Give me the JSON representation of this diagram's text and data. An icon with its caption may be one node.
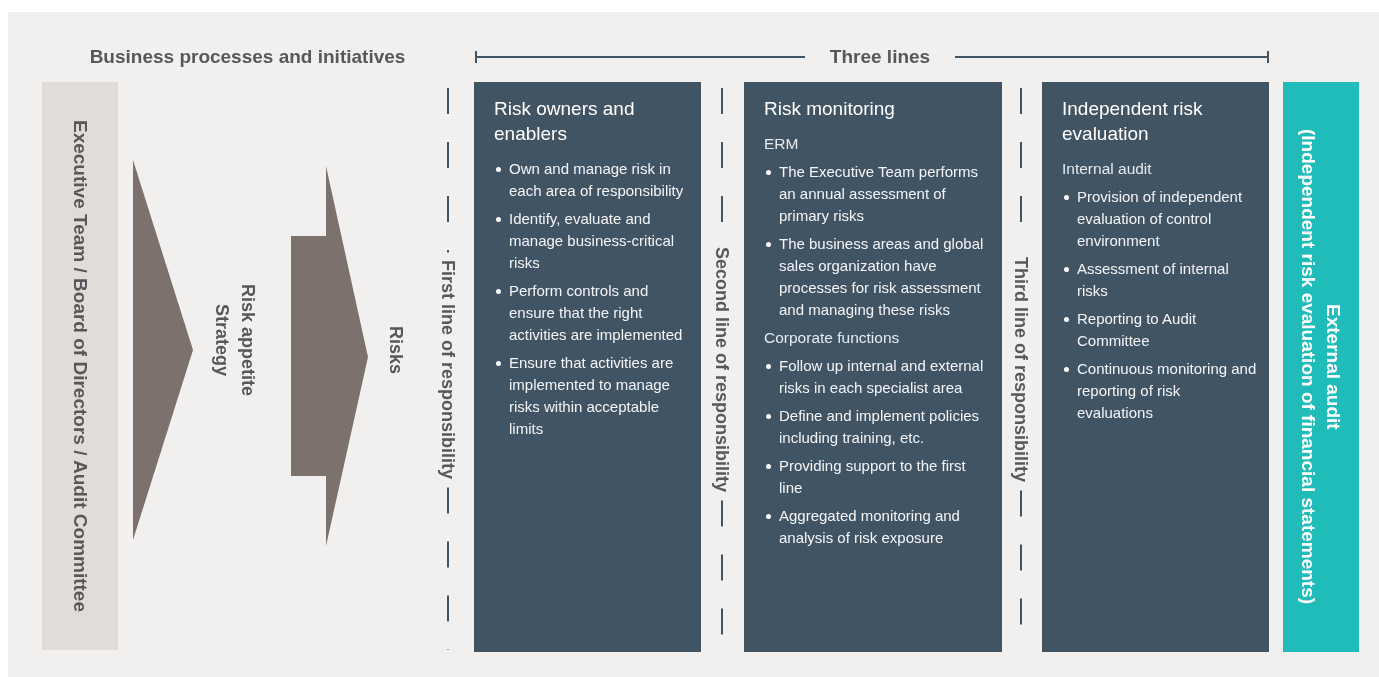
{
  "diagram": {
    "nodes": [
      {
        "text": [
          "Executive Team / Board of Directors / Audit Committee"
        ]
      },
      {
        "text": [
          "Risk owners and enablers",
          "Own and manage risk in each area of responsibility",
          "Identify, evaluate and manage business-critical risks",
          "Perform controls and ensure that the right activities are implemented",
          "Ensure that activities are implemented to manage risks within acceptable limits"
        ]
      },
      {
        "text": [
          "Risk monitoring",
          "ERM",
          "The Executive Team performs an annual assessment of primary risks",
          "The business areas and global sales organization have processes for risk assessment and managing these risks",
          "Corporate functions",
          "Follow up internal and external risks in each specialist area",
          "Define and implement policies including training, etc.",
          "Providing support to the first line",
          "Aggregated monitoring and analysis of risk exposure"
        ]
      },
      {
        "text": [
          "Independent risk evaluation",
          "Internal audit",
          "Provision of independent evaluation of control environment",
          "Assessment of internal risks",
          "Reporting to Audit Committee",
          "Continuous monitoring and reporting of risk evaluations"
        ]
      },
      {
        "text": [
          "External audit",
          "(Independent risk evaluation of financial statements)"
        ]
      }
    ],
    "labels": [
      "Business processes and initiatives",
      "Three lines",
      "Risk appetite Strategy",
      "Risks",
      "First line of responsibility",
      "Second line of responsibility",
      "Third line of responsibility"
    ]
  }
}
